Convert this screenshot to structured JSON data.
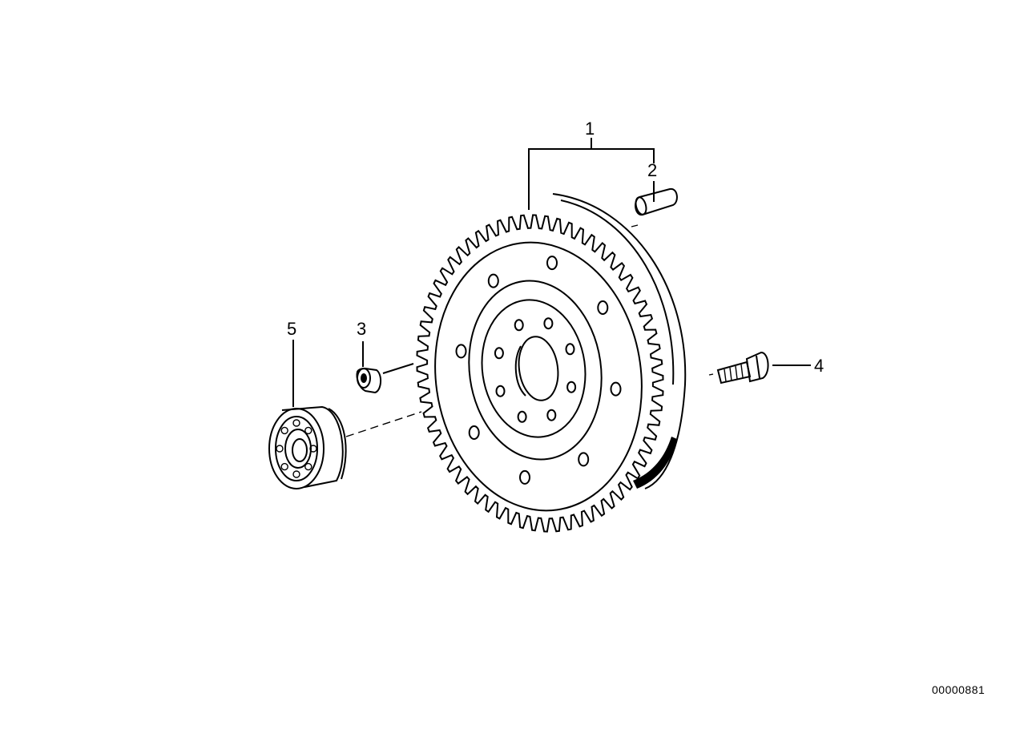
{
  "diagram": {
    "callouts": [
      {
        "id": "1",
        "label": "1"
      },
      {
        "id": "2",
        "label": "2"
      },
      {
        "id": "3",
        "label": "3"
      },
      {
        "id": "4",
        "label": "4"
      },
      {
        "id": "5",
        "label": "5"
      }
    ],
    "document_number": "00000881"
  }
}
